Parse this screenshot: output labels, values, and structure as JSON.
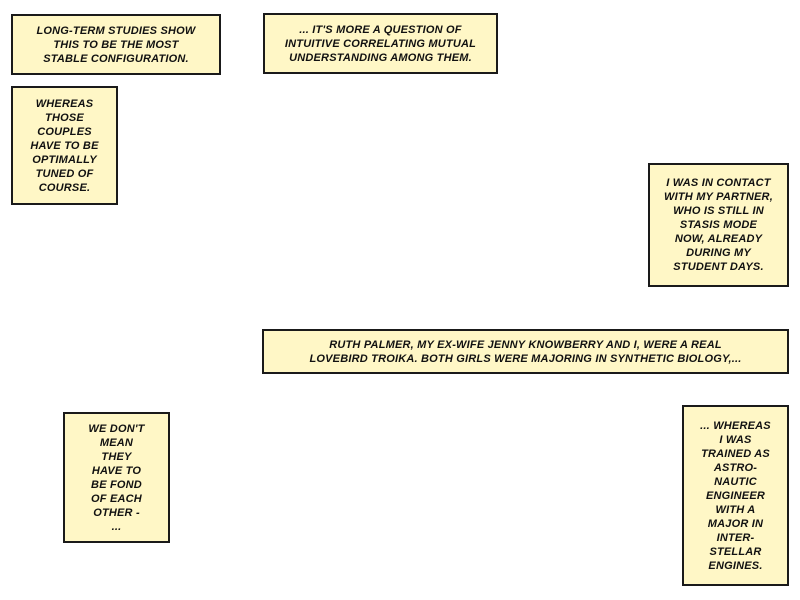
{
  "colors": {
    "caption_fill": "#fff7c6",
    "border": "#1a1a1a",
    "text": "#111111"
  },
  "captions": [
    {
      "lines": [
        "LONG-TERM STUDIES SHOW",
        "THIS TO BE THE MOST",
        "STABLE CONFIGURATION."
      ]
    },
    {
      "lines": [
        "... IT'S MORE A QUESTION OF",
        "INTUITIVE CORRELATING MUTUAL",
        "UNDERSTANDING AMONG THEM."
      ]
    },
    {
      "lines": [
        "WHEREAS",
        "THOSE",
        "COUPLES",
        "HAVE TO BE",
        "OPTIMALLY",
        "TUNED OF",
        "COURSE."
      ]
    },
    {
      "lines": [
        "I WAS IN CONTACT",
        "WITH MY PARTNER,",
        "WHO IS STILL IN",
        "STASIS MODE",
        "NOW, ALREADY",
        "DURING MY",
        "STUDENT DAYS."
      ]
    },
    {
      "lines": [
        "RUTH PALMER, MY EX-WIFE JENNY KNOWBERRY AND I, WERE A REAL",
        "LOVEBIRD TROIKA. BOTH GIRLS WERE MAJORING IN SYNTHETIC BIOLOGY,..."
      ]
    },
    {
      "lines": [
        "WE DON'T",
        "MEAN",
        "THEY",
        "HAVE TO",
        "BE FOND",
        "OF EACH",
        "OTHER -",
        "..."
      ]
    },
    {
      "lines": [
        "... WHEREAS",
        "I WAS",
        "TRAINED AS",
        "ASTRO-",
        "NAUTIC",
        "ENGINEER",
        "WITH A",
        "MAJOR IN",
        "INTER-",
        "STELLAR",
        "ENGINES."
      ]
    }
  ]
}
